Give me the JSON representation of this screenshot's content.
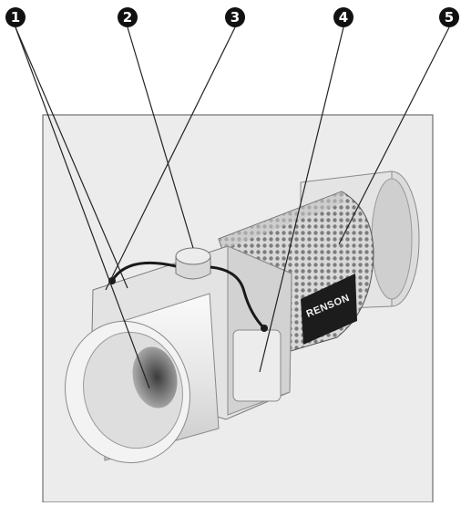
{
  "callouts": [
    {
      "number": "1"
    },
    {
      "number": "2"
    },
    {
      "number": "3"
    },
    {
      "number": "4"
    },
    {
      "number": "5"
    }
  ],
  "brand_label": "RENSON",
  "colors": {
    "panel_background": "#ececec",
    "panel_border": "#555555",
    "callout_fill": "#111111",
    "housing": "#e2e2e2",
    "mesh": "#9a9a9a",
    "cable": "#1a1a1a"
  }
}
